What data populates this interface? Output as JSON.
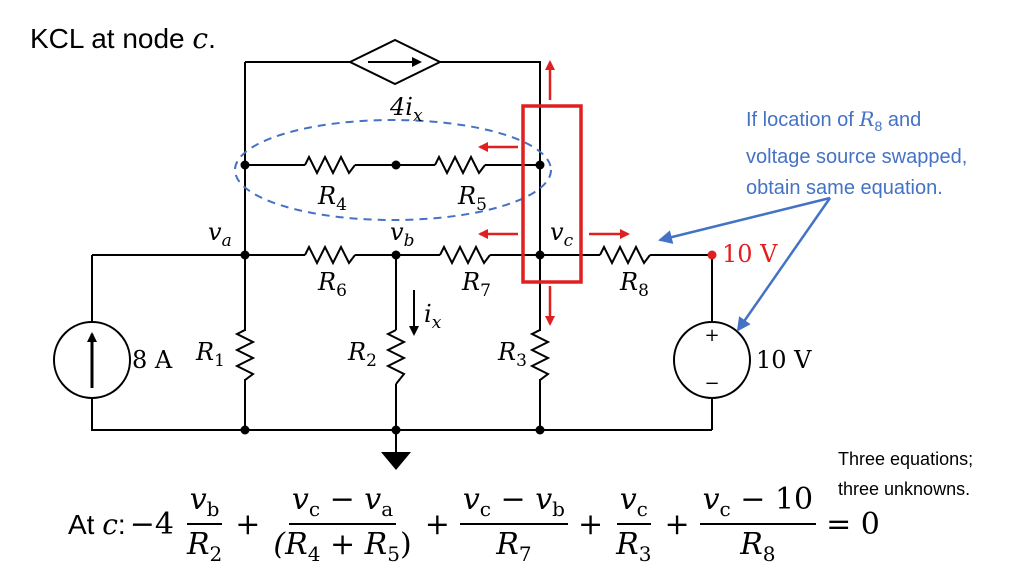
{
  "slide": {
    "title_prefix": "KCL at node ",
    "title_node": "c",
    "title_suffix": "."
  },
  "annotation_blue": {
    "line1_prefix": "If location of ",
    "line1_sym": "R",
    "line1_sub": "8",
    "line1_suffix": " and",
    "line2": "voltage source swapped,",
    "line3": "obtain same equation."
  },
  "annotation_black": {
    "line1": "Three equations;",
    "line2": "three unknowns."
  },
  "circuit": {
    "current_source_value": "8 A",
    "voltage_source_value": "10 V",
    "node_voltage_label": "10 V",
    "dependent_source_label": "4i",
    "dependent_source_sub": "x",
    "ix_label": "i",
    "ix_sub": "x",
    "node_a": "v",
    "node_a_sub": "a",
    "node_b": "v",
    "node_b_sub": "b",
    "node_c": "v",
    "node_c_sub": "c",
    "plus": "+",
    "minus": "−",
    "resistors": [
      {
        "sym": "R",
        "sub": "1"
      },
      {
        "sym": "R",
        "sub": "2"
      },
      {
        "sym": "R",
        "sub": "3"
      },
      {
        "sym": "R",
        "sub": "4"
      },
      {
        "sym": "R",
        "sub": "5"
      },
      {
        "sym": "R",
        "sub": "6"
      },
      {
        "sym": "R",
        "sub": "7"
      },
      {
        "sym": "R",
        "sub": "8"
      }
    ]
  },
  "equation": {
    "label_prefix": "At ",
    "label_node": "c",
    "label_suffix": ":",
    "term1_coef": "−4",
    "term1_num": "v",
    "term1_num_sub": "b",
    "term1_den": "R",
    "term1_den_sub": "2",
    "plus": "+",
    "term2_num_a": "v",
    "term2_num_a_sub": "c",
    "term2_minus": " − ",
    "term2_num_b": "v",
    "term2_num_b_sub": "a",
    "term2_den_open": "(R",
    "term2_den_sub1": "4",
    "term2_den_mid": " + R",
    "term2_den_sub2": "5",
    "term2_den_close": ")",
    "term3_num_a": "v",
    "term3_num_a_sub": "c",
    "term3_minus": " − ",
    "term3_num_b": "v",
    "term3_num_b_sub": "b",
    "term3_den": "R",
    "term3_den_sub": "7",
    "term4_num": "v",
    "term4_num_sub": "c",
    "term4_den": "R",
    "term4_den_sub": "3",
    "term5_num": "v",
    "term5_num_sub": "c",
    "term5_num_rest": " − 10",
    "term5_den": "R",
    "term5_den_sub": "8",
    "equals": "= 0"
  },
  "colors": {
    "red": "#e02020",
    "blue": "#4472c4",
    "black": "#000000"
  }
}
